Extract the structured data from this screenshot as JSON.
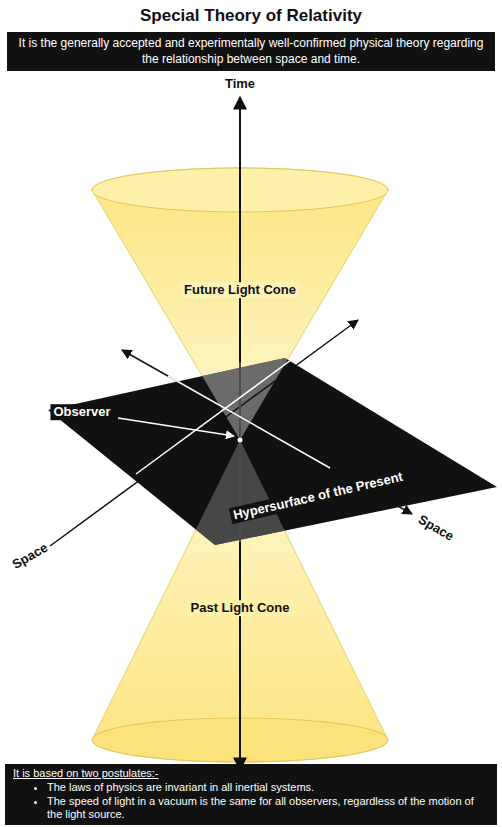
{
  "diagram": {
    "title": "Special Theory of Relativity",
    "nodes": [
      {
        "text": [
          "It is the generally accepted and experimentally well-confirmed physical theory regarding the relationship between space and time."
        ]
      },
      {
        "text": [
          "It is based on two postulates:-",
          "The laws of physics are invariant in all inertial systems.",
          "The speed of light in a vacuum is the same for all observers, regardless of the motion of the light source."
        ]
      }
    ],
    "labels": [
      "Time",
      "Future Light Cone",
      "Observer",
      "Space",
      "Hypersurface of the Present",
      "Space",
      "Past Light Cone"
    ]
  }
}
